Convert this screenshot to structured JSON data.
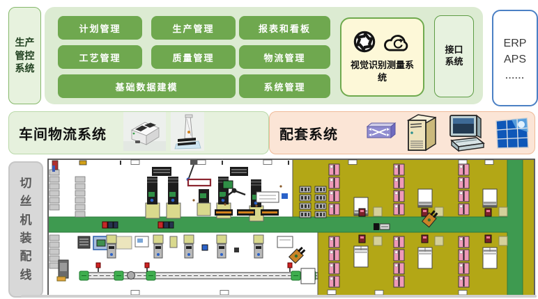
{
  "header": {
    "side_label": "生产管控系统",
    "modules": [
      {
        "label": "计划管理"
      },
      {
        "label": "生产管理"
      },
      {
        "label": "报表和看板"
      },
      {
        "label": "工艺管理"
      },
      {
        "label": "质量管理"
      },
      {
        "label": "物流管理"
      },
      {
        "label": "基础数据建模"
      },
      {
        "label": "系统管理"
      }
    ],
    "vision_system_label": "视觉识别测量系统",
    "vision_icons": [
      "camera-aperture-icon",
      "cloud-sync-icon"
    ],
    "interface_system_label": "接口系统",
    "external_systems": {
      "line1": "ERP",
      "line2": "APS",
      "line3": "......"
    }
  },
  "middle": {
    "logistics_label": "车间物流系统",
    "logistics_images": [
      "agv-robot-photo",
      "forklift-agv-photo"
    ],
    "supporting_label": "配套系统",
    "supporting_icons": [
      "network-switch-icon",
      "server-icon",
      "desktop-computer-icon",
      "video-wall-icon"
    ]
  },
  "bottom": {
    "side_label": "切丝机装配线",
    "floor_zones": [
      "assembly-area",
      "conveyor-aisle",
      "warehouse-storage-zone"
    ]
  },
  "colors": {
    "module_green": "#6fa84f",
    "panel_light_green": "#dcebd2",
    "vision_yellow": "#fdf8d8",
    "supporting_peach": "#fbe5d6",
    "external_border_blue": "#4b80c4",
    "floor_olive": "#b3a716",
    "aisle_green": "#3e9a50",
    "rack_pink": "#ef9ab8",
    "side_label_gray": "#d8d8d8"
  }
}
